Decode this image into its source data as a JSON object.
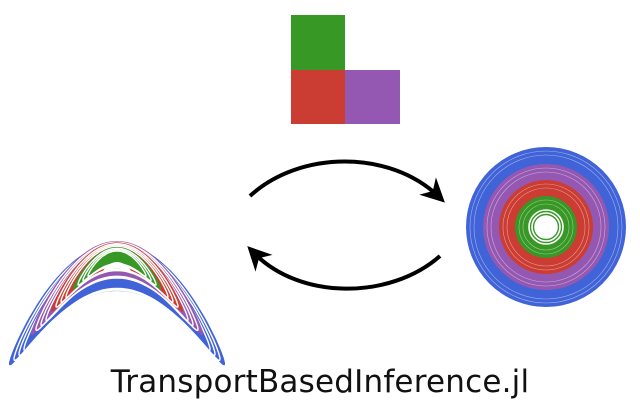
{
  "title": "TransportBasedInference.jl",
  "logo": {
    "squares": [
      "green",
      "red",
      "purple"
    ]
  },
  "colors": {
    "blue": "#4063d8",
    "purple": "#9558b2",
    "red": "#cb3c33",
    "green": "#389826",
    "arrow": "#000000",
    "text": "#111111"
  },
  "icons": {
    "banana": "banana-density-icon",
    "gaussian": "gaussian-density-icon",
    "forward_arrow": "forward-map-arrow-icon",
    "backward_arrow": "inverse-map-arrow-icon"
  }
}
